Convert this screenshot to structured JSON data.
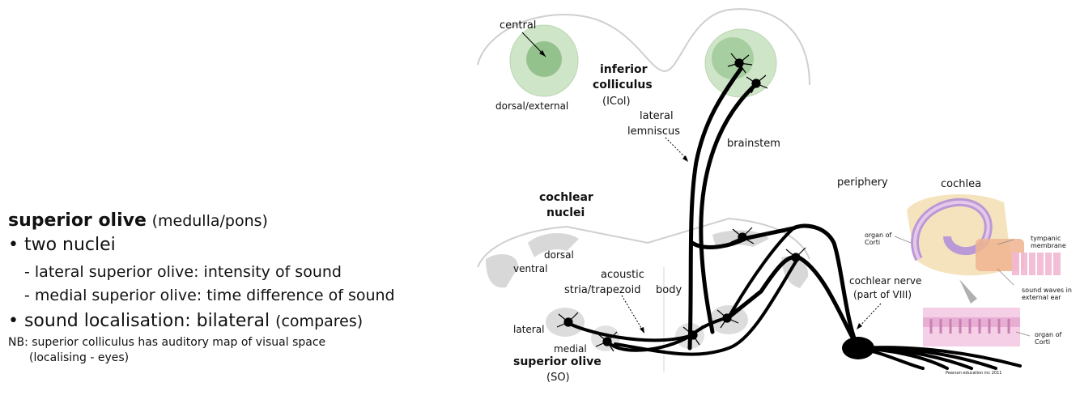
{
  "text_panel": {
    "title_bold": "superior olive",
    "title_paren": "(medulla/pons)",
    "bullet1": "• two nuclei",
    "sub1": "- lateral superior olive: intensity of sound",
    "sub2": "- medial superior olive: time difference of sound",
    "bullet2": "• sound localisation: bilateral",
    "bullet2_paren": "(compares)",
    "nb_line1": "NB: superior colliculus has auditory map of visual space",
    "nb_line2": "(localising - eyes)"
  },
  "diagram": {
    "central": "central",
    "dorsal_external": "dorsal/external",
    "inferior": "inferior",
    "colliculus": "colliculus",
    "icol": "(ICol)",
    "lateral": "lateral",
    "lemniscus": "lemniscus",
    "brainstem": "brainstem",
    "periphery": "periphery",
    "cochlea": "cochlea",
    "cochlear": "cochlear",
    "nuclei": "nuclei",
    "dorsal": "dorsal",
    "ventral": "ventral",
    "acoustic": "acoustic",
    "stria": "stria/trapezoid",
    "body": "body",
    "lateral_so": "lateral",
    "medial_so": "medial",
    "superior_olive": "superior olive",
    "so": "(SO)",
    "cochlear_nerve": "cochlear nerve",
    "part_viii": "(part of VIII)",
    "organ_corti_1a": "organ of",
    "organ_corti_1b": "Corti",
    "tympanic_a": "tympanic",
    "tympanic_b": "membrane",
    "sound_waves_a": "sound waves in",
    "sound_waves_b": "external ear",
    "organ_corti_2a": "organ of",
    "organ_corti_2b": "Corti",
    "credit": "Pearson education inc 2011"
  },
  "colors": {
    "nucleus_light": "#cfe5c8",
    "nucleus_dark": "#7fb57a",
    "gray_region": "#d8d8d8",
    "pathway": "#000000"
  }
}
